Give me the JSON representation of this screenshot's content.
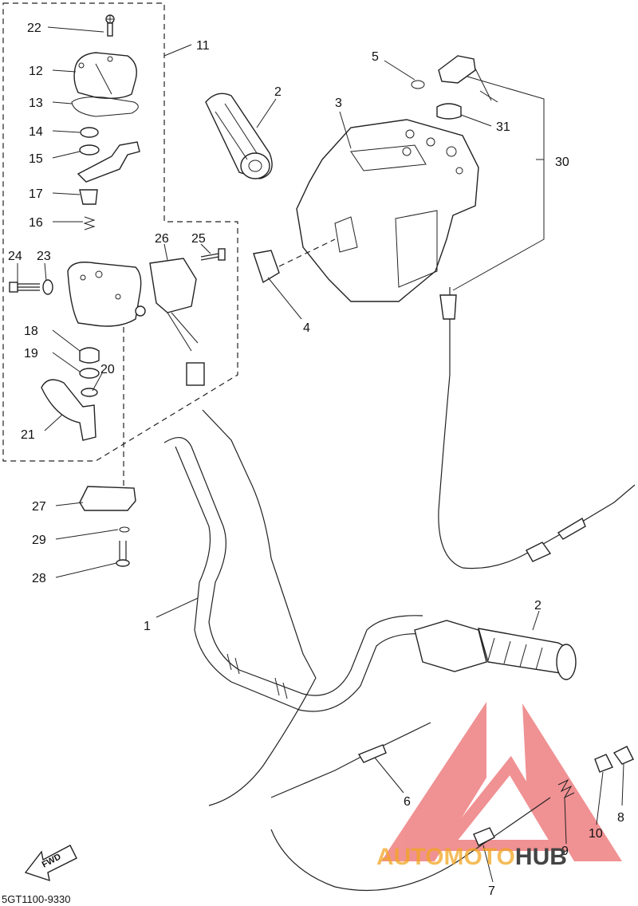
{
  "diagram": {
    "part_numbers": [
      "1",
      "2",
      "2",
      "3",
      "4",
      "5",
      "6",
      "7",
      "8",
      "9",
      "10",
      "11",
      "12",
      "13",
      "14",
      "15",
      "16",
      "17",
      "18",
      "19",
      "20",
      "21",
      "22",
      "23",
      "24",
      "25",
      "26",
      "27",
      "28",
      "29",
      "30",
      "31"
    ],
    "diagram_code": "5GT1100-9330",
    "direction_marker": "FWD",
    "watermark": {
      "text_part1": "AUTO",
      "text_part2": "MOTO",
      "text_part3": "HUB",
      "color_orange": "#f2a623",
      "color_red": "#e5383b",
      "color_dark": "#444444"
    }
  }
}
